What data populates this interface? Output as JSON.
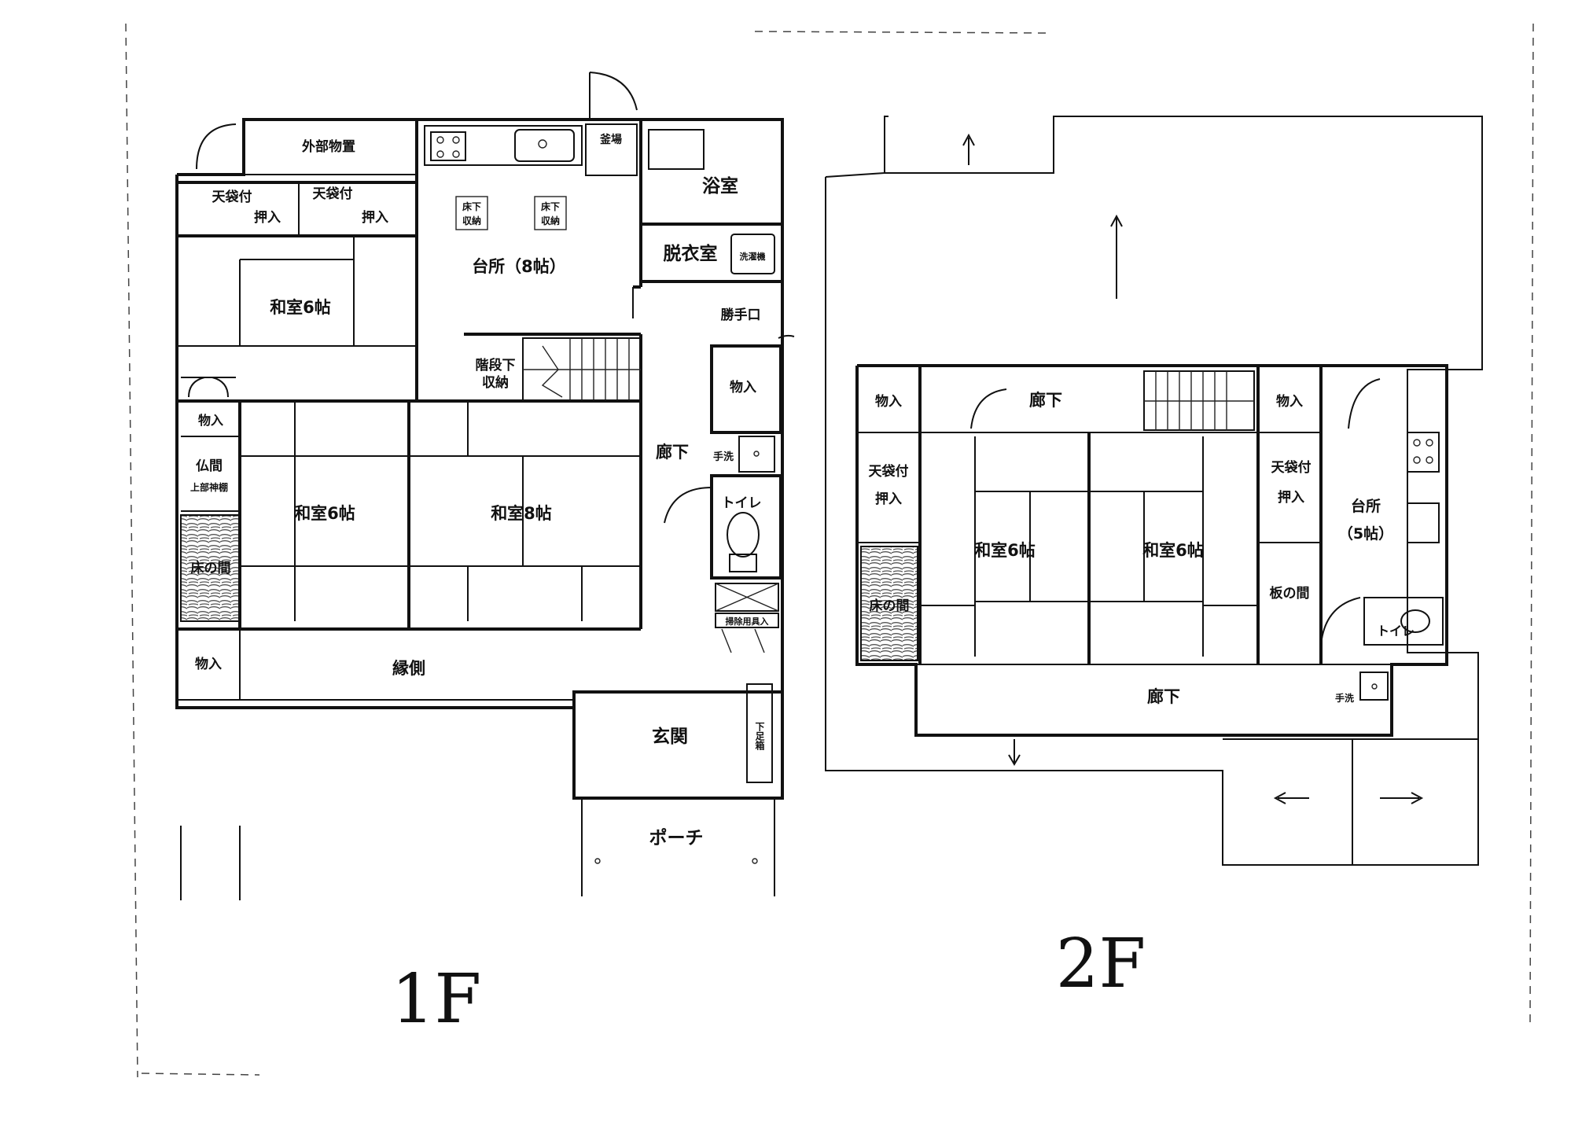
{
  "floor1": {
    "label": "1F",
    "rooms": {
      "external_storage": "外部物置",
      "closet_a_top": "天袋付",
      "closet_a_bottom": "押入",
      "closet_b_top": "天袋付",
      "closet_b_bottom": "押入",
      "washitsu_6_north": "和室6帖",
      "kitchen": "台所（8帖）",
      "underfloor_storage_1": [
        "床下",
        "収納"
      ],
      "underfloor_storage_2": [
        "床下",
        "収納"
      ],
      "water_heater": "釜場",
      "bath": "浴室",
      "dressing": "脱衣室",
      "washing_machine": "洗濯機",
      "back_door": "勝手口",
      "under_stair_storage": [
        "階段下",
        "収納"
      ],
      "storage_hall": "物入",
      "corridor": "廊下",
      "handwash": "手洗",
      "toilet": "トイレ",
      "storage_west": "物入",
      "butsuma": [
        "仏間",
        "上部神棚"
      ],
      "tokonoma": "床の間",
      "washitsu_6_south": "和室6帖",
      "washitsu_8": "和室8帖",
      "storage_sw": "物入",
      "engawa": "縁側",
      "linen_storage": "掃除用具入",
      "genkan": "玄関",
      "shoe_box": "下足箱",
      "porch": "ポーチ"
    }
  },
  "floor2": {
    "label": "2F",
    "rooms": {
      "storage_nw": "物入",
      "corridor_north": "廊下",
      "storage_ne": "物入",
      "closet_w_top": "天袋付",
      "closet_w_bottom": "押入",
      "tokonoma": "床の間",
      "washitsu_6_a": "和室6帖",
      "washitsu_6_b": "和室6帖",
      "closet_e_top": "天袋付",
      "closet_e_bottom": "押入",
      "itanoma": "板の間",
      "kitchen": [
        "台所",
        "（5帖）"
      ],
      "toilet": "トイレ",
      "corridor_south": "廊下",
      "handwash": "手洗"
    }
  },
  "colors": {
    "line": "#111111",
    "paper": "#ffffff",
    "hatch": "#555555"
  }
}
